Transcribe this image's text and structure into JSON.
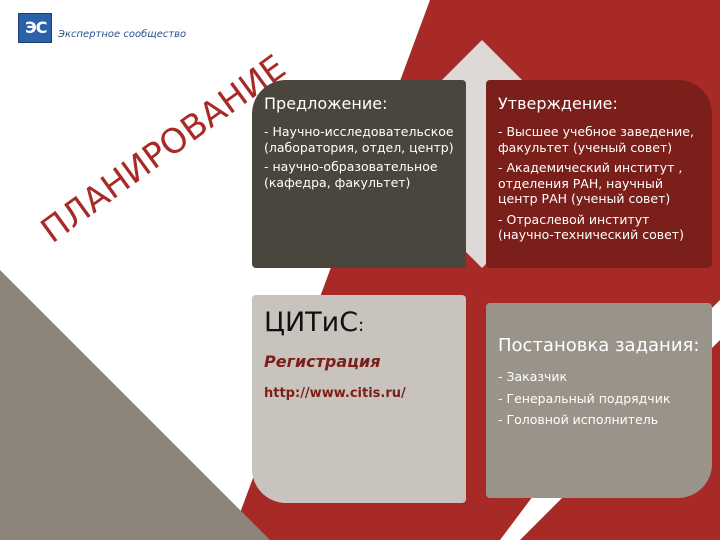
{
  "brand": {
    "logo_text": "ЭС",
    "tagline": "Экспертное сообщество"
  },
  "side_word": "ПЛАНИРОВАНИЕ",
  "colors": {
    "red": "#a82a26",
    "gray": "#8c8479",
    "dark_card": "#4b463d",
    "maroon_card": "#7a1f1a",
    "light_card": "#c8c3bd",
    "taupe_card": "#9a938a"
  },
  "cards": {
    "proposal": {
      "title": "Предложение:",
      "items": [
        "- Научно-исследовательское (лаборатория, отдел, центр)",
        "- научно-образовательное (кафедра, факультет)"
      ]
    },
    "approval": {
      "title": "Утверждение:",
      "items": [
        "- Высшее учебное заведение, факультет (ученый совет)",
        "- Академический институт , отделения РАН, научный центр РАН (ученый совет)",
        "- Отраслевой институт (научно-технический совет)"
      ]
    },
    "citis": {
      "title": "ЦИТиС",
      "title_colon": ":",
      "registration": "Регистрация",
      "url": "http://www.citis.ru/"
    },
    "task": {
      "title": "Постановка задания:",
      "items": [
        "- Заказчик",
        "- Генеральный подрядчик",
        "- Головной исполнитель"
      ]
    }
  }
}
